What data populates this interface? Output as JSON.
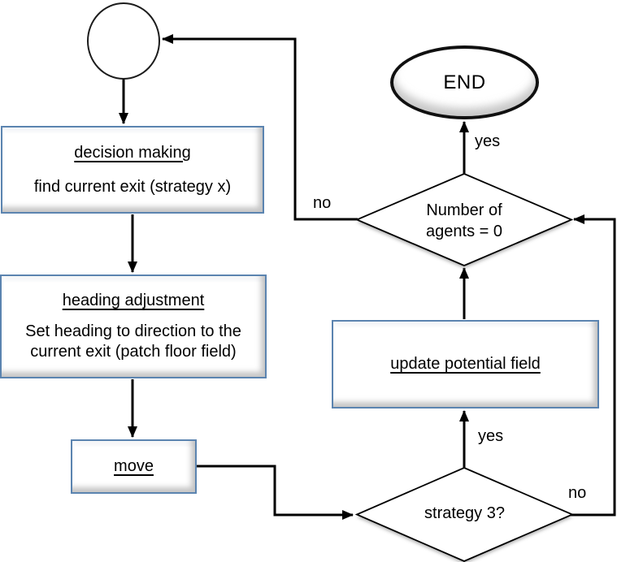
{
  "diagram_type": "flowchart",
  "nodes": {
    "start": {
      "shape": "circle",
      "label": ""
    },
    "decision_making": {
      "shape": "process",
      "title": "decision making",
      "body": "find current exit (strategy x)"
    },
    "heading_adjustment": {
      "shape": "process",
      "title": "heading adjustment",
      "body": "Set heading to direction to the current exit (patch floor field)"
    },
    "move": {
      "shape": "process",
      "title": "move"
    },
    "update_potential_field": {
      "shape": "process",
      "title": "update potential field"
    },
    "strategy_decision": {
      "shape": "decision",
      "label": "strategy 3?"
    },
    "agents_decision": {
      "shape": "decision",
      "line1": "Number of",
      "line2": "agents = 0"
    },
    "end": {
      "shape": "terminator",
      "label": "END"
    }
  },
  "edge_labels": {
    "agents_yes": "yes",
    "agents_no": "no",
    "strategy_yes": "yes",
    "strategy_no": "no"
  },
  "colors": {
    "process_border": "#5b84b0",
    "connector": "#000000",
    "shape_fill": "#ffffff",
    "text": "#000000",
    "shadow": "#999999"
  }
}
